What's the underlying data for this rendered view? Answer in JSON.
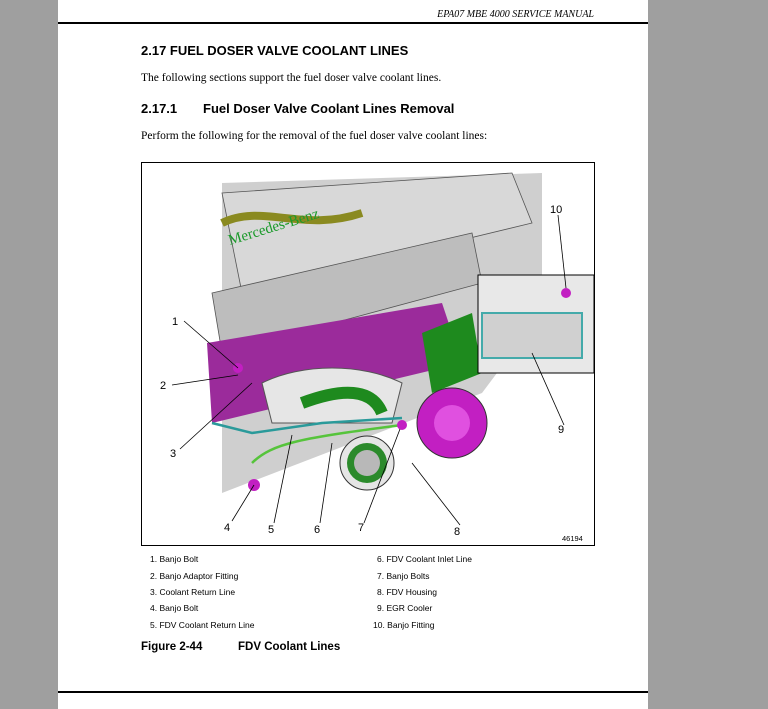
{
  "header": "EPA07 MBE 4000 SERVICE MANUAL",
  "section": {
    "title": "2.17  FUEL DOSER VALVE COOLANT LINES",
    "intro": "The following sections support the fuel doser valve coolant lines."
  },
  "subsection": {
    "number": "2.17.1",
    "title": "Fuel Doser Valve Coolant Lines Removal",
    "intro": "Perform the following for the removal of the fuel doser valve coolant lines:"
  },
  "figure": {
    "callouts": [
      "1",
      "2",
      "3",
      "4",
      "5",
      "6",
      "7",
      "8",
      "9",
      "10"
    ],
    "id_number": "46194",
    "logo_text": "Mercedes-Benz",
    "legend_left": [
      "1.  Banjo Bolt",
      "2.  Banjo Adaptor Fitting",
      "3.  Coolant Return Line",
      "4.  Banjo Bolt",
      "5.  FDV Coolant Return Line"
    ],
    "legend_right": [
      "6.  FDV Coolant Inlet Line",
      "7.  Banjo Bolts",
      "8.  FDV Housing",
      "9.  EGR Cooler",
      "10.  Banjo Fitting"
    ],
    "caption_number": "Figure 2-44",
    "caption_title": "FDV Coolant Lines"
  }
}
